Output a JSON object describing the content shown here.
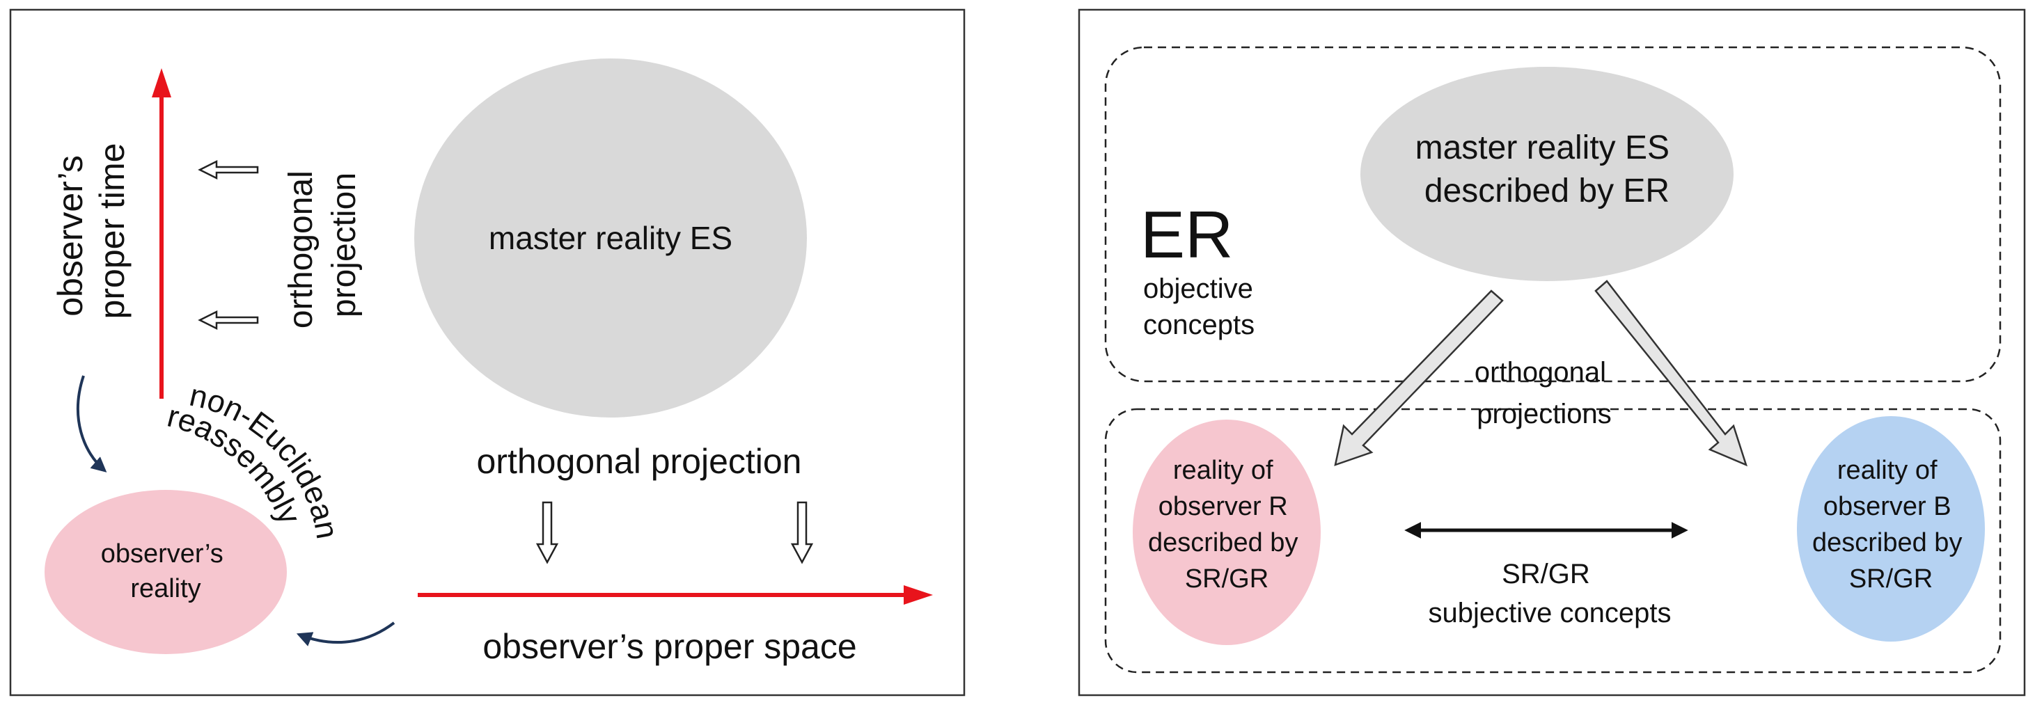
{
  "left_panel": {
    "master_label": "master reality ES",
    "vertical_projection_lines": [
      "orthogonal",
      "projection"
    ],
    "time_axis_lines": [
      "observer’s",
      "proper time"
    ],
    "horizontal_projection_label": "orthogonal projection",
    "space_axis_label": "observer’s proper space",
    "reassembly_line1": "non-Euclidean",
    "reassembly_line2": "reassembly",
    "observer_lines": [
      "observer’s",
      "reality"
    ]
  },
  "right_panel": {
    "master_lines": [
      "master reality ES",
      "described by ER"
    ],
    "er_label": "ER",
    "er_concepts_lines": [
      "objective",
      "concepts"
    ],
    "projections_lines": [
      "orthogonal",
      "projections"
    ],
    "observer_r_lines": [
      "reality of",
      "observer R",
      "described by",
      "SR/GR"
    ],
    "observer_b_lines": [
      "reality of",
      "observer B",
      "described by",
      "SR/GR"
    ],
    "subjective_lines": [
      "SR/GR",
      "subjective concepts"
    ]
  },
  "colors": {
    "master_fill": "#d9d9d9",
    "observer_pink": "#f6c6cf",
    "observer_blue": "#b5d2f2",
    "axis_red": "#e8141c",
    "curve_navy": "#1f3558",
    "double_arrow_fill": "#e6e6e6"
  }
}
